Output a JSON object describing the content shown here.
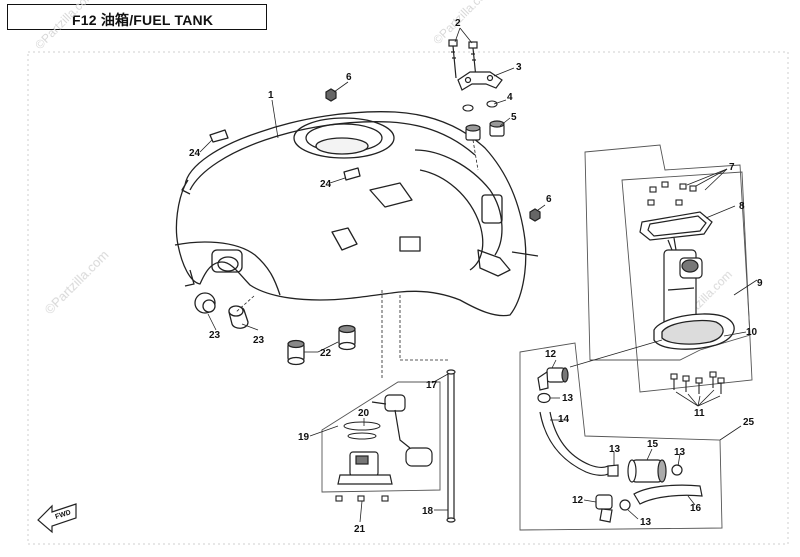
{
  "header": {
    "title": "F12  油箱/FUEL TANK"
  },
  "watermark": {
    "text": "©Partzilla.com"
  },
  "diagram": {
    "callouts": [
      "1",
      "2",
      "3",
      "4",
      "5",
      "6",
      "6",
      "7",
      "8",
      "9",
      "10",
      "11",
      "12",
      "13",
      "13",
      "13",
      "13",
      "14",
      "15",
      "16",
      "12",
      "13",
      "17",
      "18",
      "19",
      "20",
      "21",
      "22",
      "23",
      "23",
      "24",
      "24",
      "25"
    ]
  },
  "fwd_badge": {
    "text": "FWD"
  }
}
